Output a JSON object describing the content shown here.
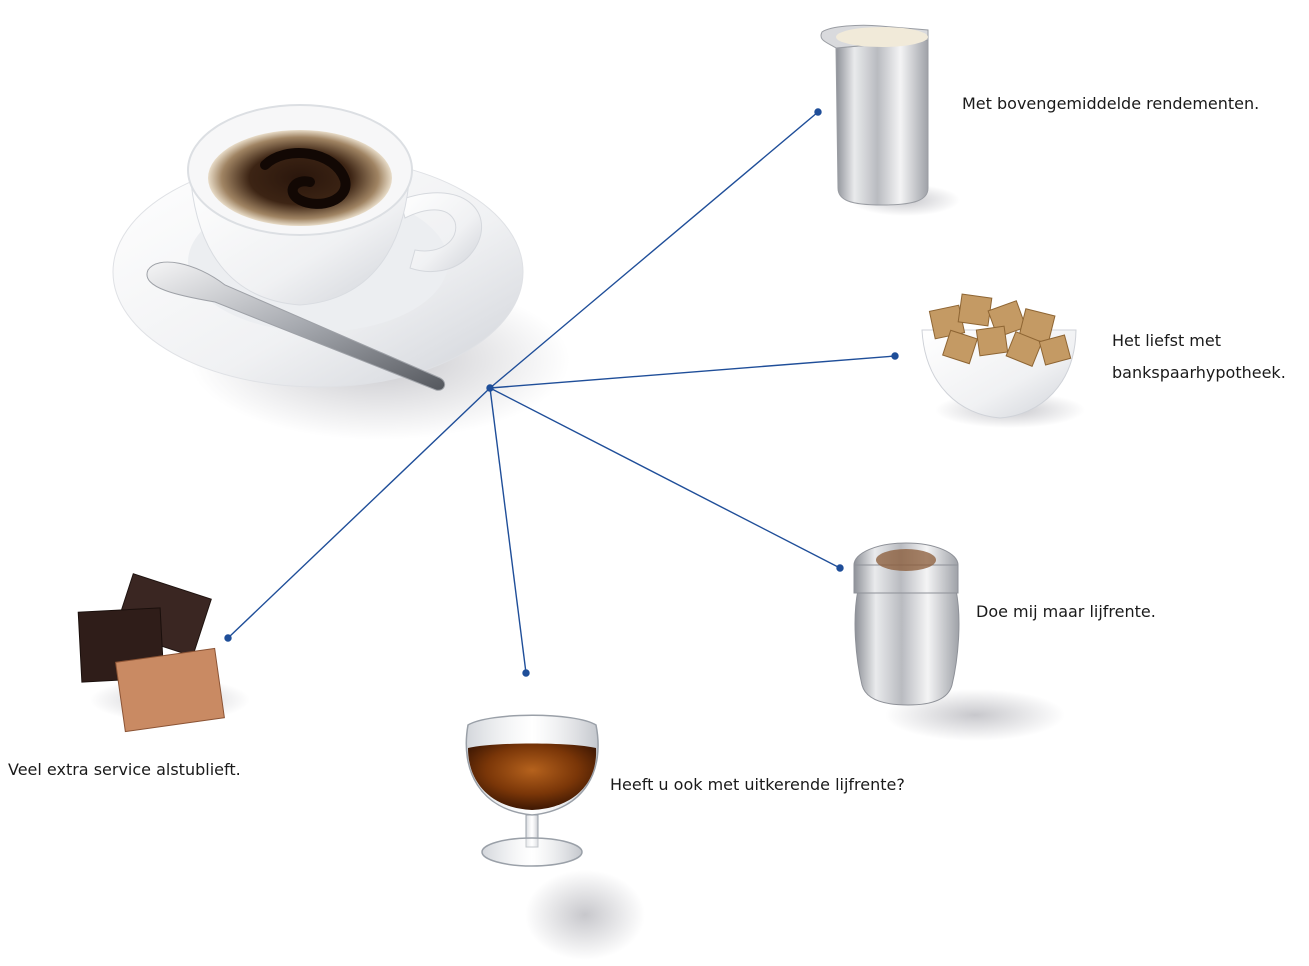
{
  "labels": {
    "milk": "Met bovengemiddelde rendementen.",
    "sugar_line1": "Het liefst met",
    "sugar_line2": "bankspaarhypotheek.",
    "shaker": "Doe mij maar lijfrente.",
    "cognac": "Heeft u ook met uitkerende lijfrente?",
    "chocolate": "Veel extra service alstublieft."
  },
  "colors": {
    "connector": "#1f4e99",
    "text": "#1a1a1a",
    "background": "#ffffff"
  }
}
